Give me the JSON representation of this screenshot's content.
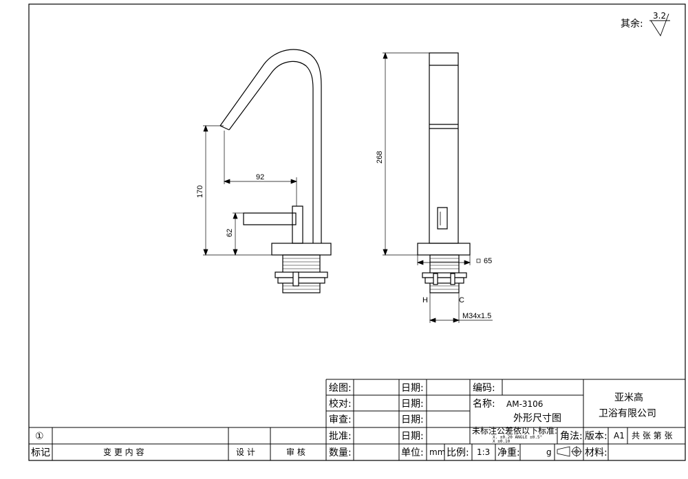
{
  "surface_finish": {
    "label": "其余:",
    "value": "3.2"
  },
  "dimensions": {
    "spout_reach": "92",
    "spout_height": "170",
    "lever_height": "62",
    "total_height": "268",
    "base_width": "65",
    "thread": "M34x1.5",
    "hot_label": "H",
    "cold_label": "C"
  },
  "title_block": {
    "drawn_label": "绘图:",
    "checked_label": "校对:",
    "reviewed_label": "审查:",
    "approved_label": "批准:",
    "quantity_label": "数量:",
    "date_label": "日期:",
    "unit_label": "单位:",
    "unit_value": "mm",
    "scale_label": "比例:",
    "scale_value": "1:3",
    "net_weight_label": "净重:",
    "weight_unit": "g",
    "code_label": "编码:",
    "name_label": "名称:",
    "product_code": "AM-3106",
    "drawing_name": "外形尺寸图",
    "tolerance_title": "未标注公差依以下标准:",
    "tolerance_x": "X.  ±0.20  ANGLE ±0.5°",
    "tolerance_xx": "X  ±0.10",
    "projection_label": "角法:",
    "version_label": "版本:",
    "version_value": "A1",
    "sheets_label": "共 张 第 张",
    "material_label": "材料:",
    "company_line1": "亚米高",
    "company_line2": "卫浴有限公司",
    "revision_symbol": "①",
    "mark_label": "标记",
    "change_content_label": "变 更 内 容",
    "design_label": "设 计",
    "review_label": "审 核"
  }
}
